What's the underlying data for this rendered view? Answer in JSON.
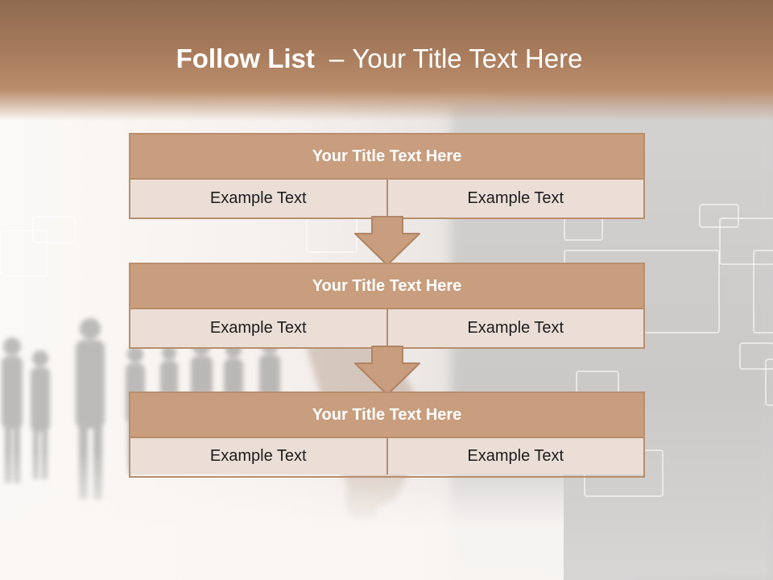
{
  "title": {
    "bold": "Follow List",
    "separator": "–",
    "rest": "Your Title Text Here"
  },
  "steps": [
    {
      "heading": "Your Title Text Here",
      "left": "Example Text",
      "right": "Example Text"
    },
    {
      "heading": "Your Title Text Here",
      "left": "Example Text",
      "right": "Example Text"
    },
    {
      "heading": "Your Title Text Here",
      "left": "Example Text",
      "right": "Example Text"
    }
  ],
  "colors": {
    "header": "#a87c5c",
    "block_head": "#c89e7e",
    "block_cell": "#eaded7",
    "border": "#b98e6c",
    "arrow": "#c89e7e"
  }
}
